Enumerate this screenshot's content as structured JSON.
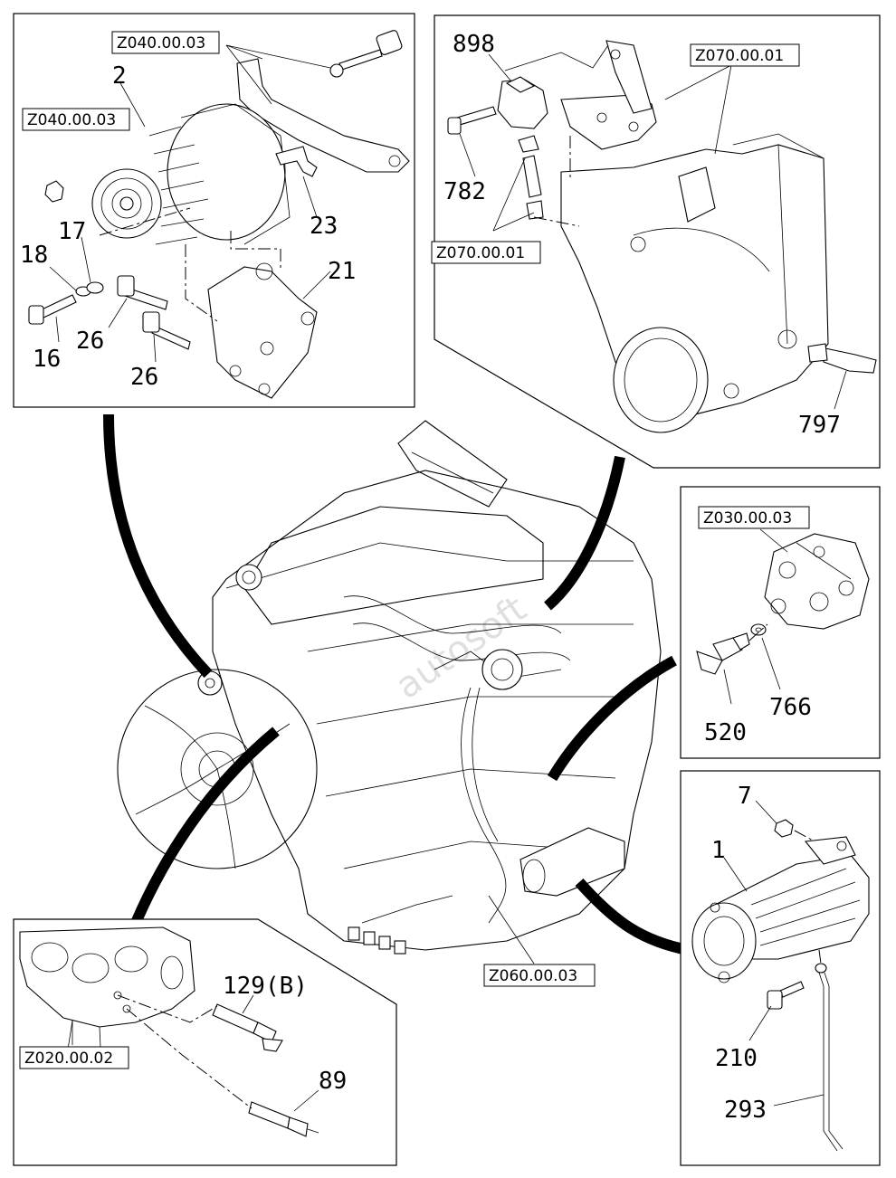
{
  "watermark": "autosoft",
  "panels": {
    "alternator": {
      "refs": [
        "Z040.00.03",
        "Z040.00.03"
      ],
      "labels": [
        "2",
        "17",
        "18",
        "16",
        "26",
        "26",
        "23",
        "21"
      ]
    },
    "turbo": {
      "refs": [
        "Z070.00.01",
        "Z070.00.01"
      ],
      "labels": [
        "898",
        "782",
        "797"
      ]
    },
    "valve": {
      "refs": [
        "Z030.00.03"
      ],
      "labels": [
        "520",
        "766"
      ]
    },
    "starter": {
      "labels": [
        "7",
        "1",
        "210",
        "293"
      ]
    },
    "manifold": {
      "refs": [
        "Z020.00.02"
      ],
      "labels": [
        "129(B)",
        "89"
      ]
    },
    "engine": {
      "refs": [
        "Z060.00.03"
      ]
    }
  }
}
